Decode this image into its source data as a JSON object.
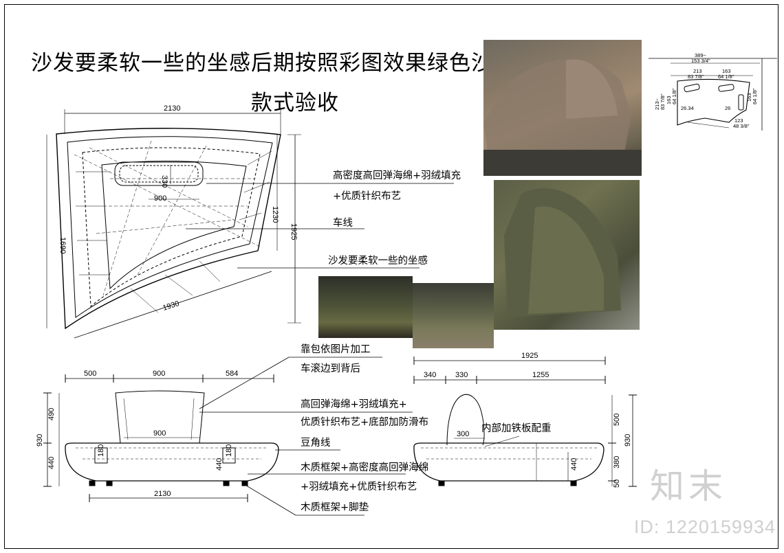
{
  "title_left": "沙发要柔软一些的坐感",
  "title_right_line1": "后期按照彩图效果绿色沙发",
  "title_right_line2": "款式验收",
  "notes": {
    "foam_feather": "高密度高回弹海绵+羽绒填充",
    "fabric": "+优质针织布艺",
    "stitch": "车线",
    "soft": "沙发要柔软一些的坐感",
    "cushion1": "靠包依图片加工",
    "cushion2": "车滚边到背后",
    "foam2": "高回弹海绵+羽绒填充+",
    "fabric2": "优质针织布艺+底部加防滑布",
    "bean": "豆角线",
    "frame1": "木质框架+高密度高回弹海绵",
    "frame2": "+羽绒填充+优质针织布艺",
    "frame3": "木质框架+脚垫",
    "inner": "内部加铁板配重"
  },
  "dims_plan": {
    "top": "2130",
    "right": "1230",
    "left": "1690",
    "bottom": "1930",
    "side": "1925",
    "cushion_w": "900",
    "cushion_h": "330"
  },
  "dims_front": {
    "a": "500",
    "b": "900",
    "c": "584",
    "h1": "490",
    "h_total": "930",
    "h2": "440",
    "inner_w": "900",
    "arm1": "180",
    "arm2": "180",
    "arm3": "440",
    "total": "2130"
  },
  "dims_side": {
    "total": "1925",
    "a": "340",
    "b": "330",
    "c": "1255",
    "inner": "300",
    "h1": "500",
    "h_total": "930",
    "h2": "440",
    "h3": "380",
    "h4": "50"
  },
  "dims_small": {
    "top": "389~",
    "top2": "153 3/4\"",
    "a": "213",
    "a2": "83 7/8\"",
    "b": "163",
    "b2": "64 1/8\"",
    "l1": "213~",
    "l2": "83 7/8\"",
    "l3": "163",
    "l4": "64 1/8\"",
    "r1": "163",
    "r2": "64 1/8\"",
    "angle1": "26.34",
    "angle2": "26",
    "bottom": "123",
    "bottom2": "48 3/8\""
  },
  "watermark_id": "ID: 1220159934",
  "watermark_logo": "知末"
}
